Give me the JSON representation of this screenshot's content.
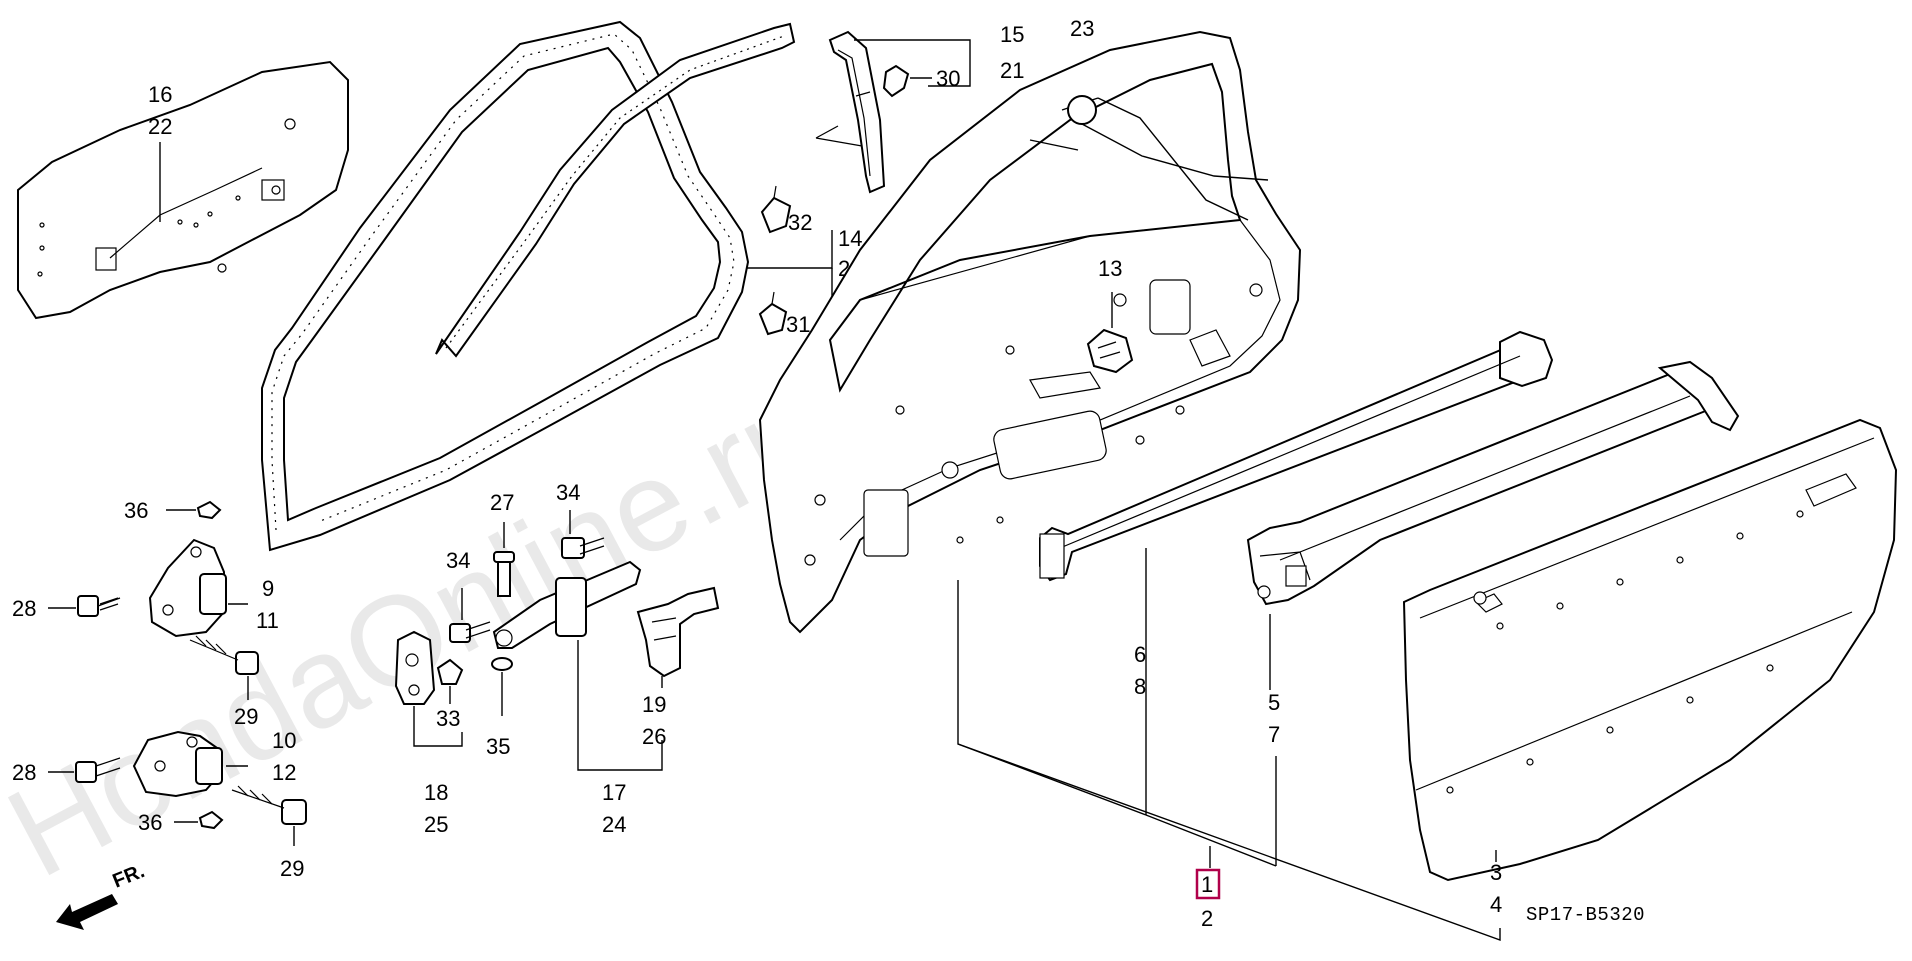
{
  "diagram": {
    "watermark": "HondaOnline.ru",
    "drawing_code": "SP17-B5320",
    "direction_label": "FR.",
    "highlight_color": "#b0004a",
    "callouts": {
      "c1": "1",
      "c2": "2",
      "c3": "3",
      "c4": "4",
      "c5": "5",
      "c6": "6",
      "c7": "7",
      "c8": "8",
      "c9": "9",
      "c10": "10",
      "c11": "11",
      "c12": "12",
      "c13": "13",
      "c14": "14",
      "c15": "15",
      "c16": "16",
      "c17": "17",
      "c18": "18",
      "c19": "19",
      "c20": "20",
      "c21": "21",
      "c22": "22",
      "c23": "23",
      "c24": "24",
      "c25": "25",
      "c26": "26",
      "c27": "27",
      "c28a": "28",
      "c28b": "28",
      "c29a": "29",
      "c29b": "29",
      "c30": "30",
      "c31": "31",
      "c32": "32",
      "c33": "33",
      "c34a": "34",
      "c34b": "34",
      "c35": "35",
      "c36a": "36",
      "c36b": "36"
    }
  }
}
